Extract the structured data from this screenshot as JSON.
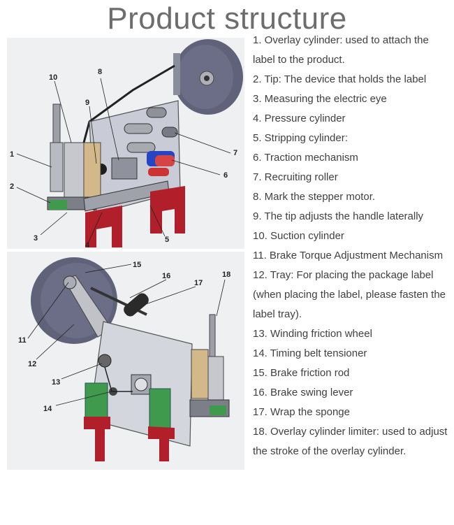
{
  "title": "Product structure",
  "legend": [
    "1. Overlay cylinder: used to attach the label to the product.",
    "2. Tip: The device that holds the label",
    "3. Measuring the electric eye",
    "4. Pressure cylinder",
    "5. Stripping cylinder:",
    "6. Traction mechanism",
    "7. Recruiting roller",
    "8. Mark the stepper motor.",
    "9. The tip adjusts the handle laterally",
    "10. Suction cylinder",
    "11. Brake Torque Adjustment Mechanism",
    "12. Tray: For placing the package label (when placing the label, please fasten the label tray).",
    "13. Winding friction wheel",
    "14. Timing belt tensioner",
    "15. Brake friction rod",
    "16. Brake swing lever",
    "17. Wrap the sponge",
    "18. Overlay cylinder limiter: used to adjust the stroke of the overlay cylinder."
  ],
  "top_callouts": [
    "1",
    "2",
    "3",
    "4",
    "5",
    "6",
    "7",
    "8",
    "9",
    "10"
  ],
  "bottom_callouts": [
    "11",
    "12",
    "13",
    "14",
    "15",
    "16",
    "17",
    "18"
  ],
  "colors": {
    "plate": "#c9ccd6",
    "reel": "#5f6278",
    "stand": "#b01f2a",
    "green": "#3f9a4e",
    "blue": "#2545c2",
    "title": "#6d6d6d"
  }
}
